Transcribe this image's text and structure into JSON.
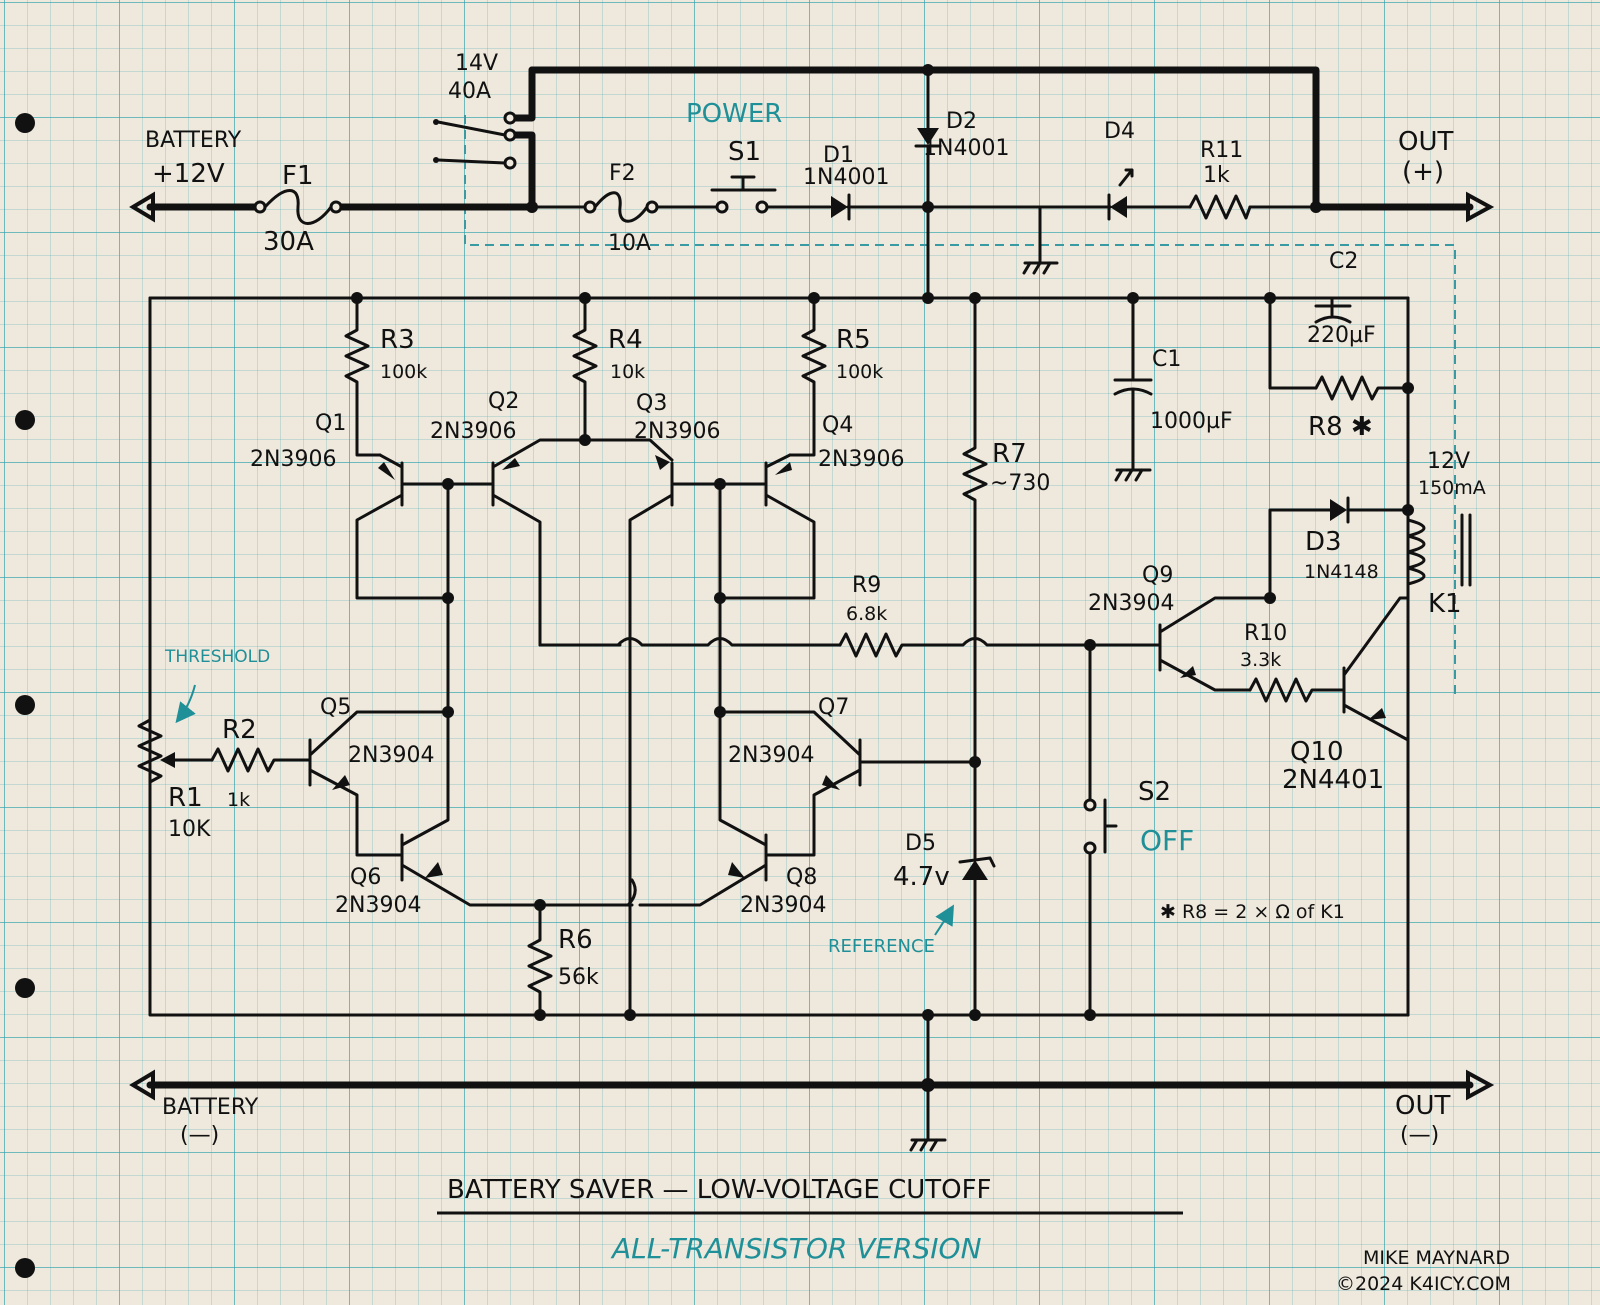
{
  "labels": {
    "battery_pos_1": "BATTERY",
    "battery_pos_2": "+12V",
    "f1": "F1",
    "f1_val": "30A",
    "relay_v": "14V",
    "relay_a": "40A",
    "power": "POWER",
    "f2": "F2",
    "f2_val": "10A",
    "s1": "S1",
    "d1": "D1",
    "d1_val": "1N4001",
    "d2": "D2",
    "d2_val": "1N4001",
    "d4": "D4",
    "r11": "R11",
    "r11_val": "1k",
    "out_pos_1": "OUT",
    "out_pos_2": "(+)",
    "c2": "C2",
    "c2_val": "220µF",
    "r8": "R8 ✱",
    "r3": "R3",
    "r3_val": "100k",
    "r4": "R4",
    "r4_val": "10k",
    "r5": "R5",
    "r5_val": "100k",
    "c1": "C1",
    "c1_val": "1000µF",
    "q1": "Q1",
    "q1_val": "2N3906",
    "q2": "Q2",
    "q2_val": "2N3906",
    "q3": "Q3",
    "q3_val": "2N3906",
    "q4": "Q4",
    "q4_val": "2N3906",
    "r7": "R7",
    "r7_val": "~730",
    "k1_v": "12V",
    "k1_a": "150mA",
    "d3": "D3",
    "d3_val": "1N4148",
    "k1": "K1",
    "q9": "Q9",
    "q9_val": "2N3904",
    "r9": "R9",
    "r9_val": "6.8k",
    "r10": "R10",
    "r10_val": "3.3k",
    "threshold": "THRESHOLD",
    "r2": "R2",
    "r2_val": "1k",
    "r1": "R1",
    "r1_val": "10K",
    "q5": "Q5",
    "q5_val": "2N3904",
    "q7": "Q7",
    "q7_val": "2N3904",
    "q10": "Q10",
    "q10_val": "2N4401",
    "s2": "S2",
    "s2_state": "OFF",
    "q6": "Q6",
    "q6_val": "2N3904",
    "q8": "Q8",
    "q8_val": "2N3904",
    "d5": "D5",
    "d5_val": "4.7v",
    "reference": "REFERENCE",
    "note": "✱ R8 = 2 × Ω of K1",
    "r6": "R6",
    "r6_val": "56k",
    "battery_neg_1": "BATTERY",
    "battery_neg_2": "(—)",
    "out_neg_1": "OUT",
    "out_neg_2": "(—)",
    "title": "BATTERY SAVER — LOW-VOLTAGE CUTOFF",
    "subtitle": "ALL-TRANSISTOR VERSION",
    "author": "MIKE MAYNARD",
    "copyright": "©2024 K4ICY.COM"
  },
  "colors": {
    "ink": "#111111",
    "teal": "#1f8f98",
    "paper": "#efe8dc",
    "grid": "#28a0aa"
  }
}
